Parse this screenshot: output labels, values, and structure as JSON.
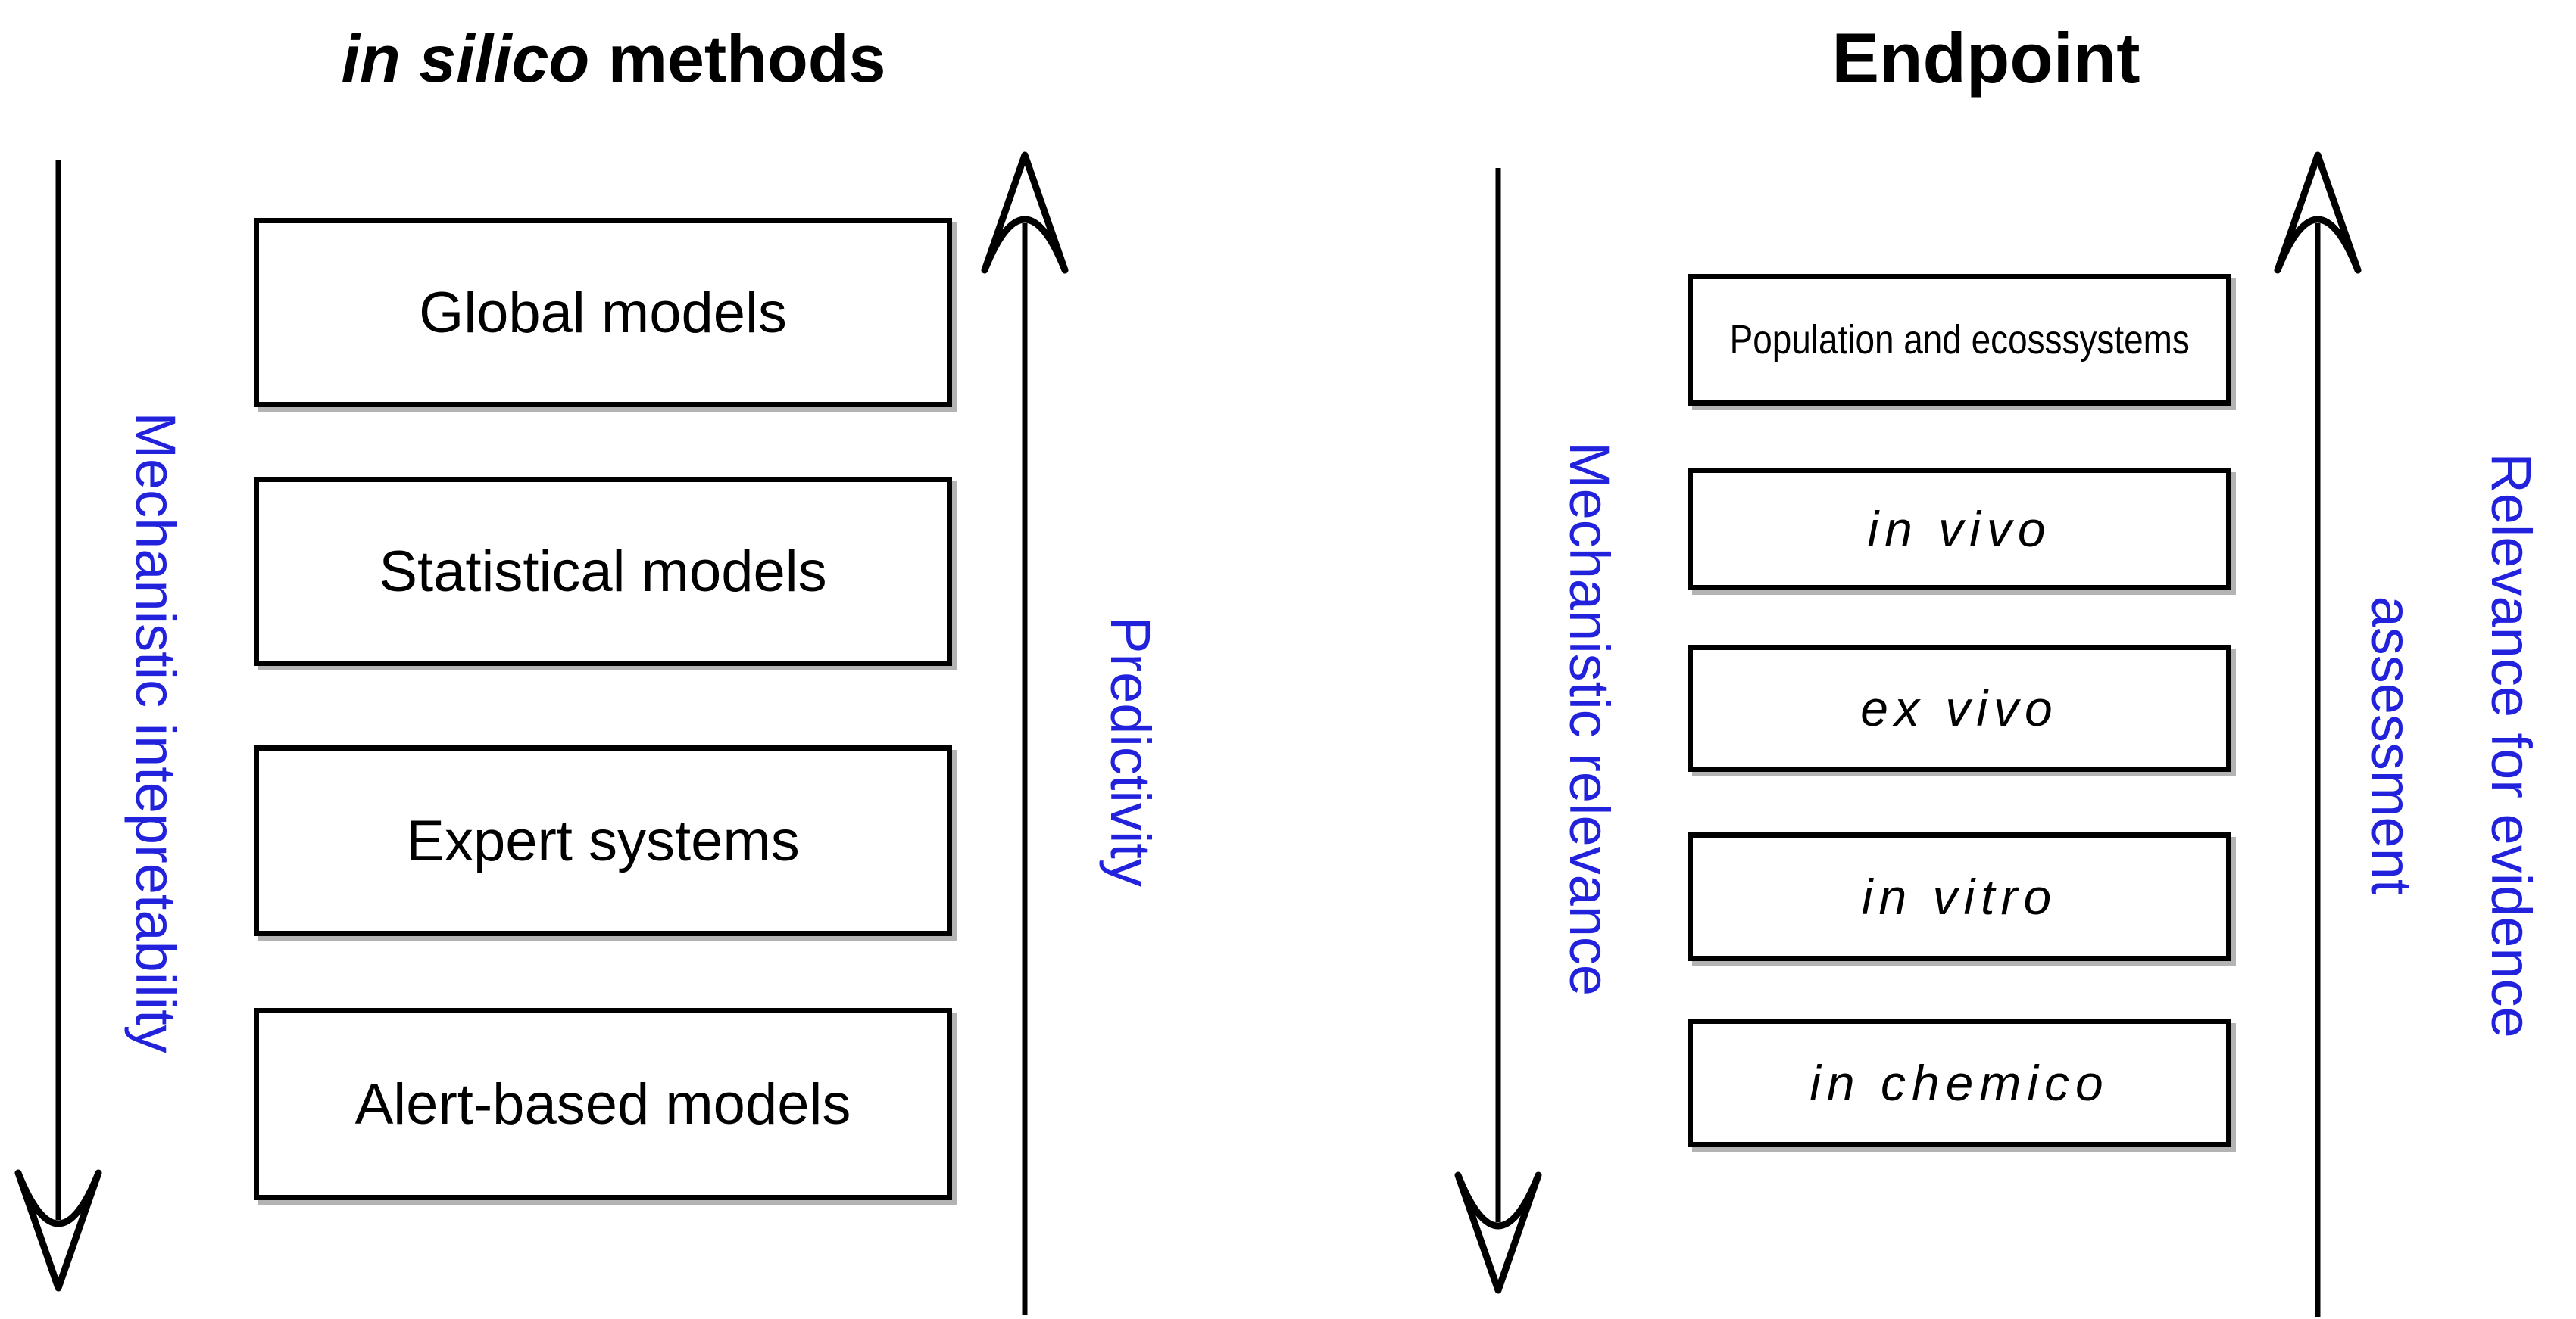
{
  "figure": {
    "left_panel": {
      "title_italic": "in silico",
      "title_rest": " methods",
      "left_axis_label": "Mechanistic intepretability",
      "right_axis_label": "Predictivity",
      "boxes": [
        "Global models",
        "Statistical models",
        "Expert systems",
        "Alert-based models"
      ]
    },
    "right_panel": {
      "title": "Endpoint",
      "left_axis_label": "Mechanistic relevance",
      "right_axis_label_line1": "Relevance for evidence",
      "right_axis_label_line2": "assessment",
      "boxes": [
        "Population and ecosssystems",
        "in vivo",
        "ex vivo",
        "in vitro",
        "in chemico"
      ]
    },
    "colors": {
      "axis_label_blue": "#2222dd",
      "line_black": "#000000",
      "box_background": "#ffffff"
    }
  }
}
